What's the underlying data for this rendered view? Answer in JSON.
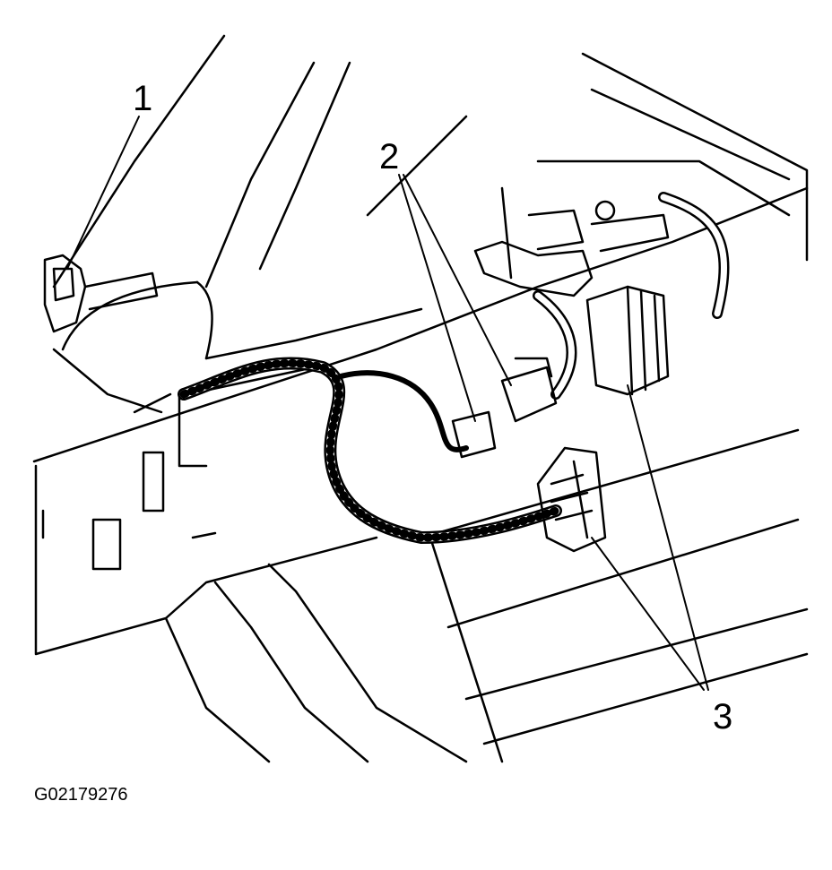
{
  "callouts": {
    "c1": "1",
    "c2": "2",
    "c3": "3"
  },
  "figure_id": "G02179276",
  "colors": {
    "ink": "#000000",
    "paper": "#ffffff"
  }
}
